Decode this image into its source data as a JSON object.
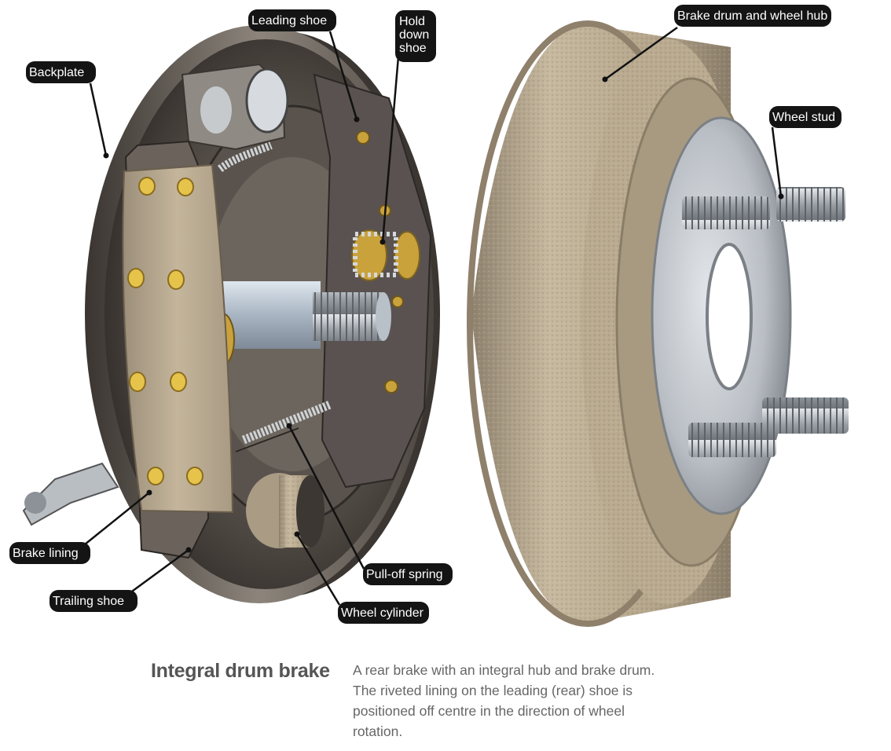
{
  "labels": {
    "leading_shoe": "Leading shoe",
    "hold_down": [
      "Hold",
      "down",
      "shoe"
    ],
    "backplate": "Backplate",
    "brake_lining": "Brake lining",
    "trailing_shoe": "Trailing shoe",
    "pull_off_spring": "Pull-off spring",
    "wheel_cylinder": "Wheel cylinder",
    "brake_drum_hub": "Brake drum and wheel hub",
    "wheel_stud": "Wheel stud"
  },
  "caption": {
    "title": "Integral drum brake",
    "body_lines": [
      "A rear brake with an integral hub and brake drum.",
      "The riveted lining on the leading (rear) shoe is",
      "positioned off centre in the direction of wheel",
      "rotation."
    ]
  },
  "colors": {
    "callout_bg": "#141414",
    "callout_text": "#ffffff",
    "metal_dark": "#4a4440",
    "lining": "#b5a58c",
    "drum": "#b8a98f",
    "brass": "#c9a23c",
    "caption_title": "#555555",
    "caption_text": "#666666"
  }
}
